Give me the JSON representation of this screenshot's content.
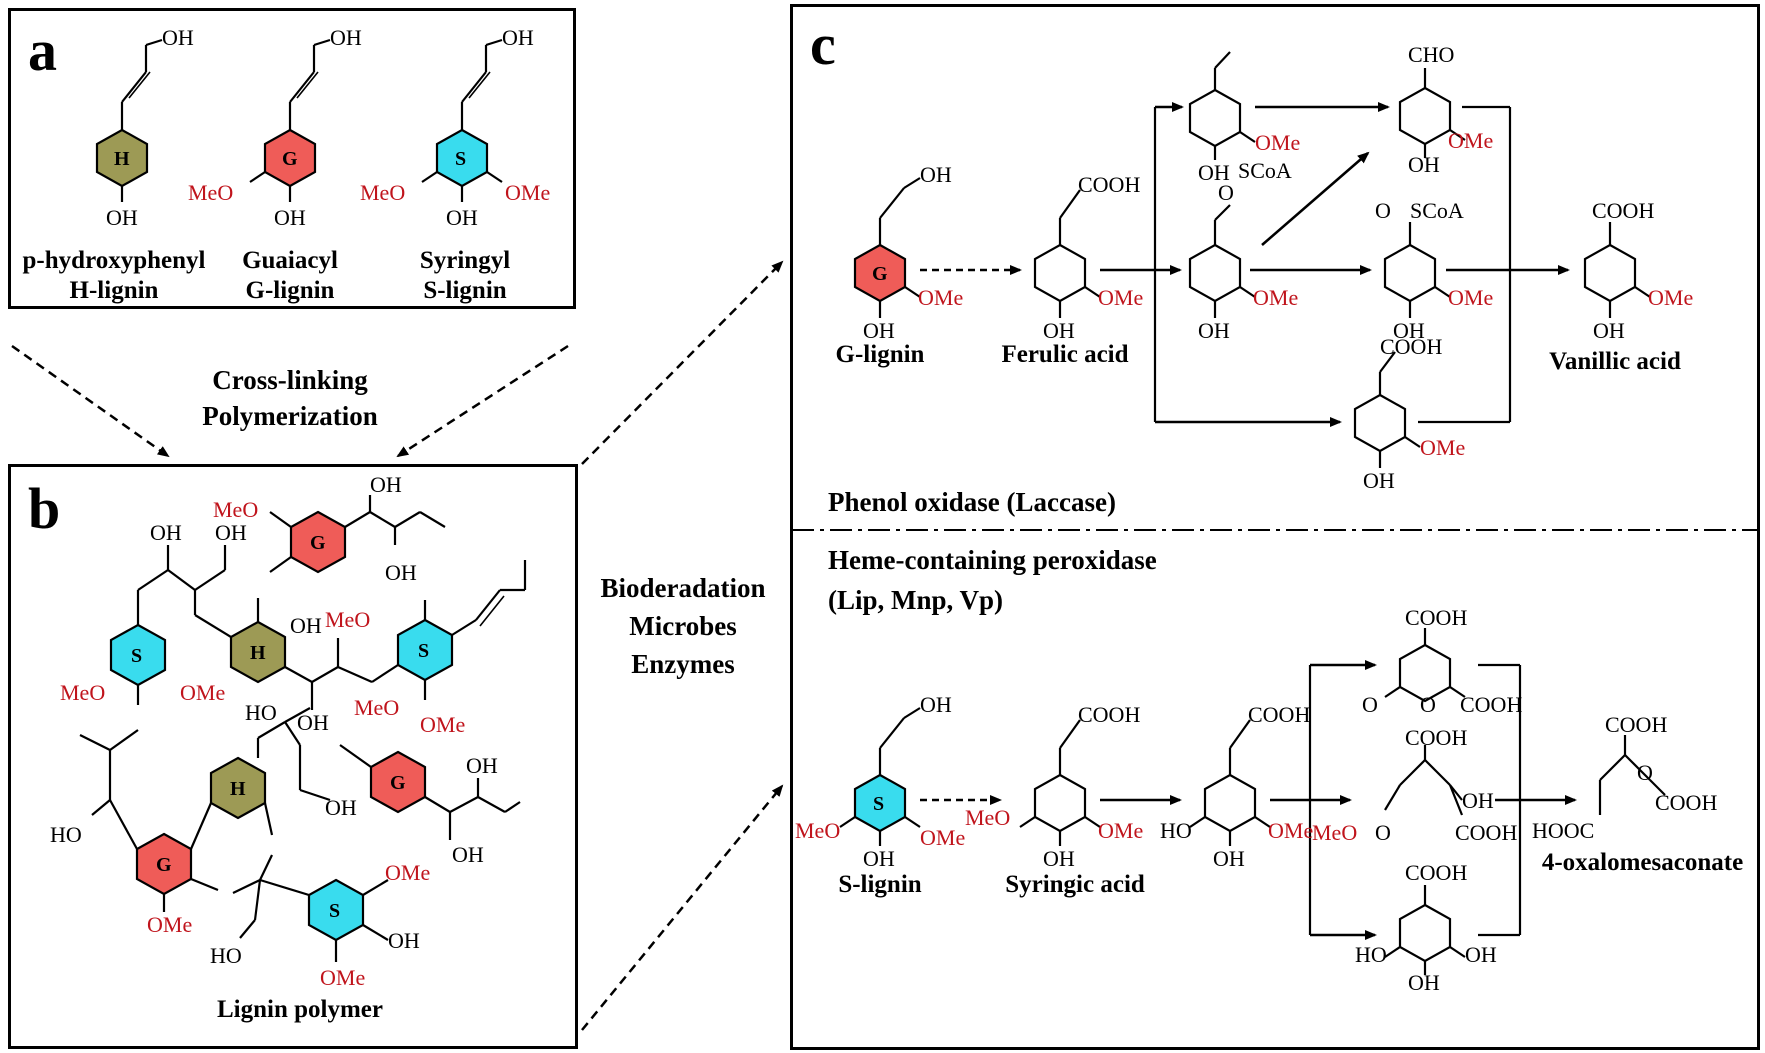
{
  "colors": {
    "h_ring": "#9d9a55",
    "g_ring": "#ef5c58",
    "s_ring": "#39dcee",
    "substituent": "#c0141c"
  },
  "panel_a": {
    "letter": "a",
    "monomers": [
      {
        "ring": "H",
        "name": "p-hydroxyphenyl",
        "sub": "H-lignin",
        "oh": "OH",
        "top": "OH"
      },
      {
        "ring": "G",
        "name": "Guaiacyl",
        "sub": "G-lignin",
        "oh": "OH",
        "top": "OH",
        "meo": "MeO"
      },
      {
        "ring": "S",
        "name": "Syringyl",
        "sub": "S-lignin",
        "oh": "OH",
        "top": "OH",
        "meo": "MeO",
        "ome": "OMe"
      }
    ]
  },
  "crosslink": {
    "line1": "Cross-linking",
    "line2": "Polymerization"
  },
  "panel_b": {
    "letter": "b",
    "caption": "Lignin polymer",
    "ring_labels": [
      "G",
      "S",
      "H",
      "S",
      "G",
      "H",
      "G",
      "S"
    ]
  },
  "middle": {
    "line1": "Bioderadation",
    "line2": "Microbes",
    "line3": "Enzymes"
  },
  "panel_c": {
    "letter": "c",
    "top": {
      "enzyme": "Phenol oxidase (Laccase)",
      "labels": {
        "glignin": "G-lignin",
        "ferulic": "Ferulic acid",
        "vanillic": "Vanillic acid"
      },
      "groups": {
        "oh": "OH",
        "ome": "OMe",
        "cooh": "COOH",
        "cho": "CHO",
        "scoa": "SCoA",
        "o": "O"
      }
    },
    "bottom": {
      "enzyme_line1": "Heme-containing peroxidase",
      "enzyme_line2": "(Lip, Mnp, Vp)",
      "labels": {
        "slignin": "S-lignin",
        "syringic": "Syringic acid",
        "oxalo": "4-oxalomesaconate"
      },
      "groups": {
        "oh": "OH",
        "ho": "HO",
        "meo": "MeO",
        "ome": "OMe",
        "cooh": "COOH",
        "hooc": "HOOC",
        "o": "O"
      }
    }
  }
}
